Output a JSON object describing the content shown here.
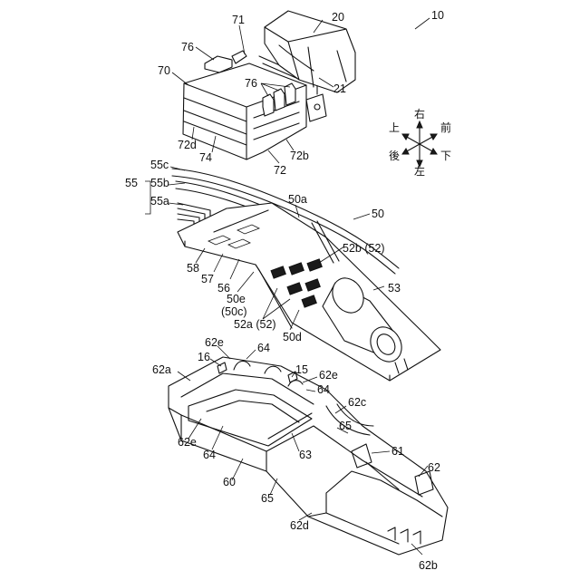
{
  "figure": {
    "assembly_ref": "10",
    "direction_labels": {
      "up": "上",
      "right": "右",
      "front": "前",
      "back": "後",
      "down": "下",
      "left": "左"
    },
    "refs": {
      "r20": "20",
      "r21": "21",
      "r70": "70",
      "r71": "71",
      "r76a": "76",
      "r76b": "76",
      "r72": "72",
      "r72b": "72b",
      "r72d": "72d",
      "r74": "74",
      "r55": "55",
      "r55a": "55a",
      "r55b": "55b",
      "r55c": "55c",
      "r50": "50",
      "r50a": "50a",
      "r52b": "52b (52)",
      "r53": "53",
      "r58": "58",
      "r57": "57",
      "r56": "56",
      "r50e": "50e",
      "r50c": "(50c)",
      "r52a": "52a (52)",
      "r50d": "50d",
      "r62a": "62a",
      "r62e1": "62e",
      "r64a": "64",
      "r16": "16",
      "r15": "15",
      "r62e2": "62e",
      "r64b": "64",
      "r62c": "62c",
      "r65a": "65",
      "r62e3": "62e",
      "r64c": "64",
      "r63": "63",
      "r61": "61",
      "r62": "62",
      "r60": "60",
      "r65b": "65",
      "r62d": "62d",
      "r62b": "62b"
    }
  }
}
